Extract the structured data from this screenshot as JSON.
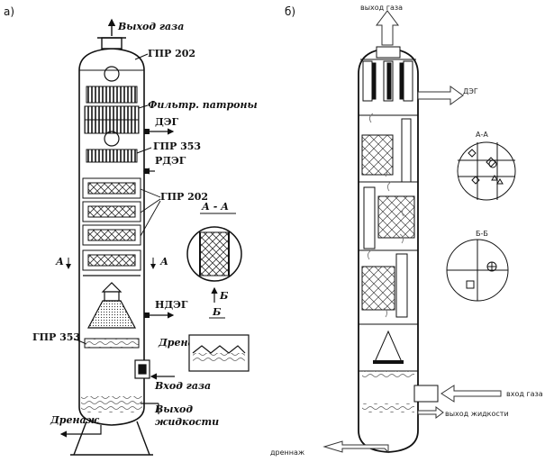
{
  "panel_a": {
    "marker": "а)",
    "gas_outlet": "Выход газа",
    "gpr_202_top": "ГПР 202",
    "filter_cartridges": "Фильтр. патроны",
    "deg": "ДЭГ",
    "gpr_353_mid": "ГПР 353",
    "rdeg": "РДЭГ",
    "gpr_202_group": "ГПР 202",
    "section_aa": "А - А",
    "a_left": "А",
    "a_right": "А",
    "b_arrow": "Б",
    "b_label": "Б",
    "ndeg": "НДЭГ",
    "gpr_353_low": "ГПР 353",
    "drain_side": "Дренаж",
    "gas_inlet": "Вход газа",
    "drain_bottom": "Дренаж",
    "liquid_outlet_1": "Выход",
    "liquid_outlet_2": "жидкости"
  },
  "panel_b": {
    "marker": "б)",
    "gas_outlet": "выход газа",
    "deg": "ДЭГ",
    "section_aa": "А-А",
    "section_bb": "Б-Б",
    "gas_inlet": "вход газа",
    "liquid_outlet": "выход жидкости",
    "drain": "дреннаж"
  }
}
